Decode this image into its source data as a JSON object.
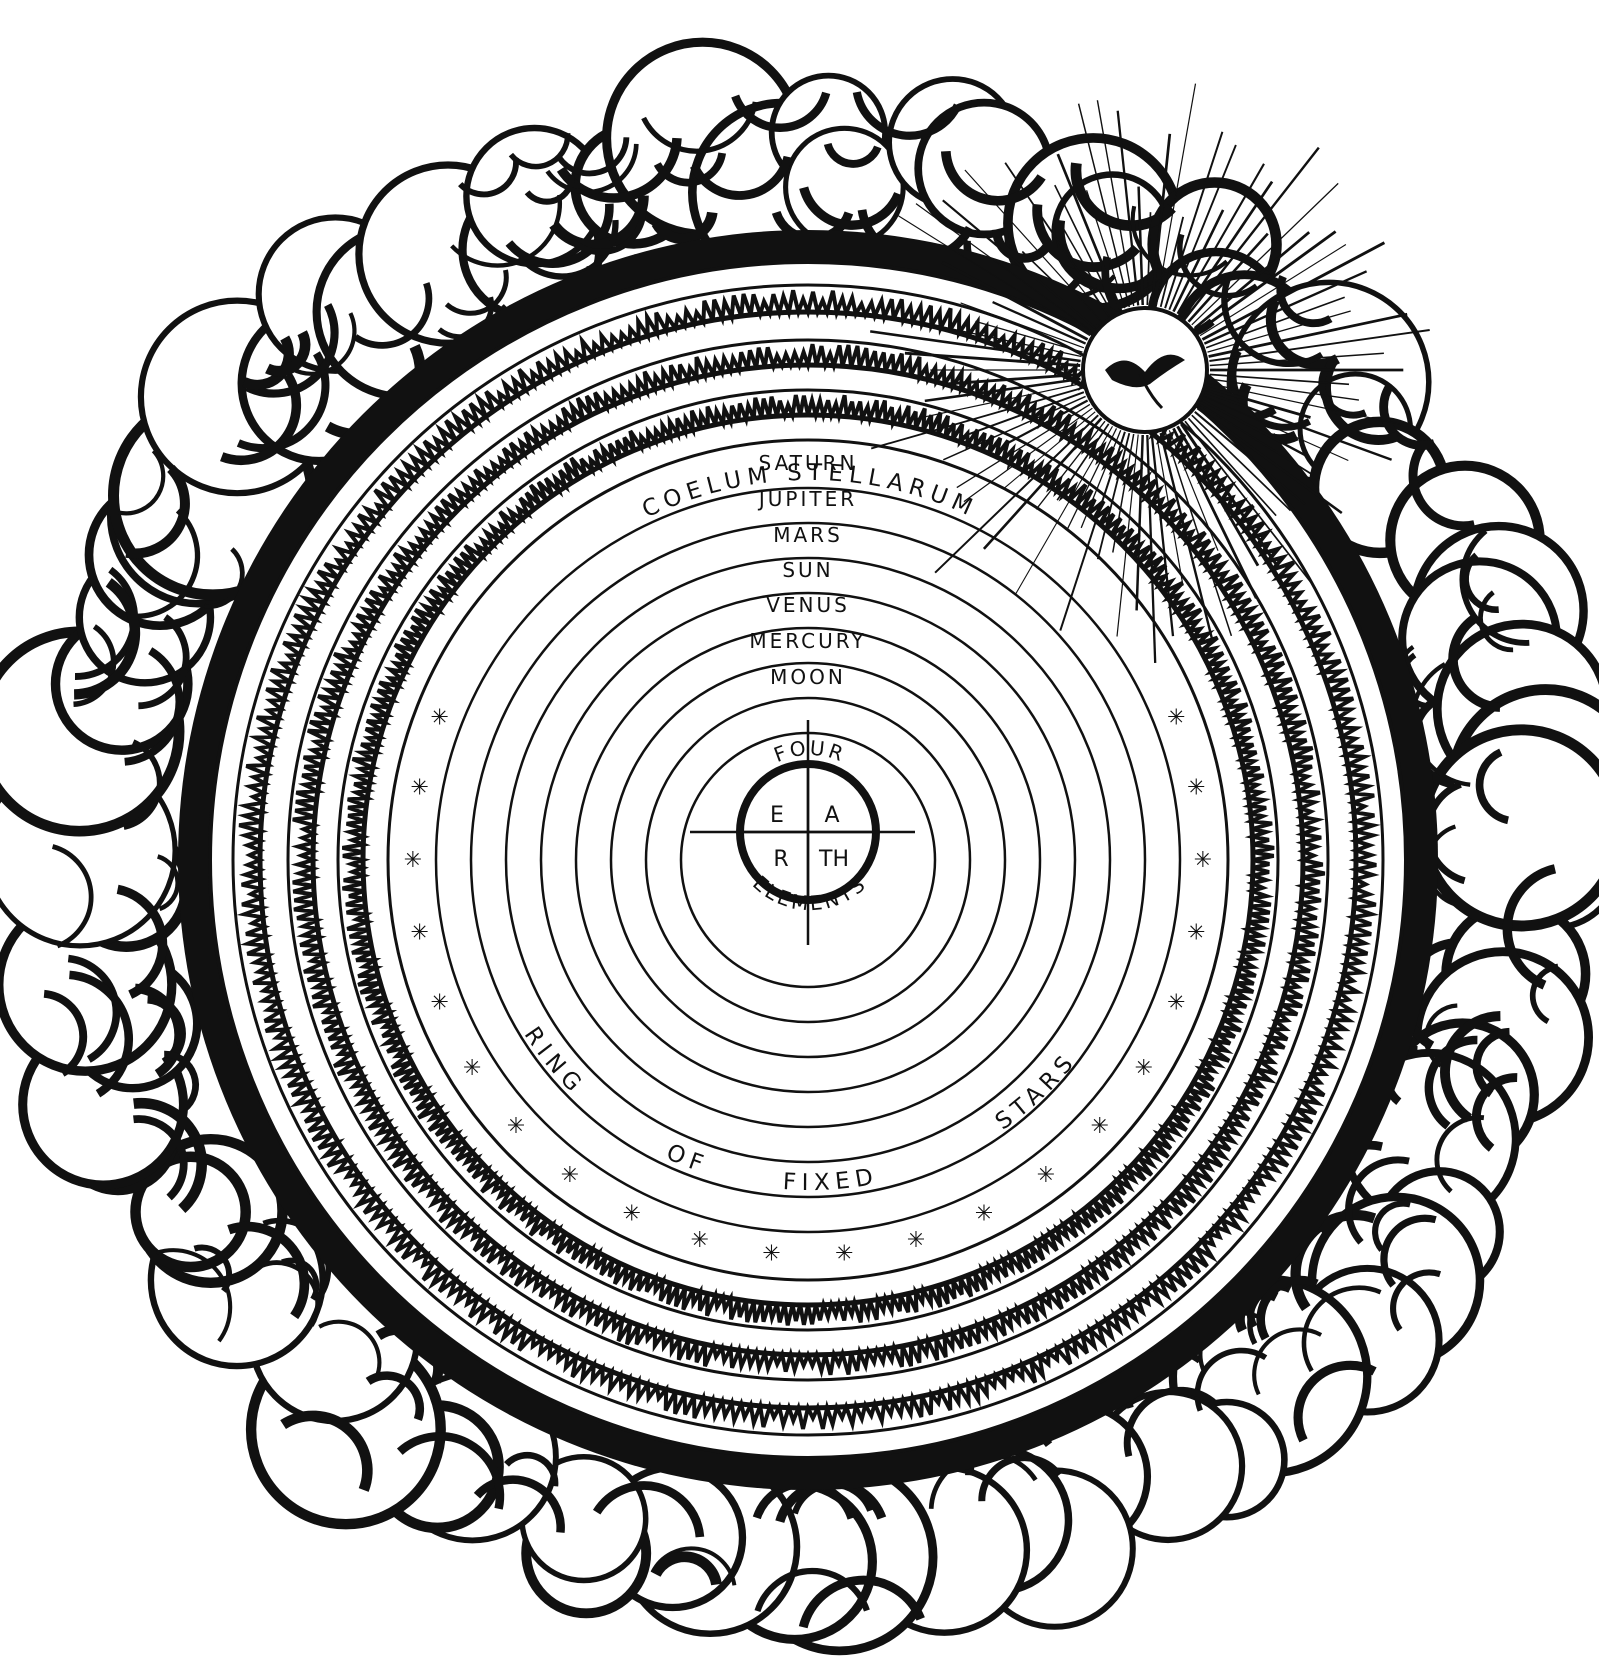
{
  "diagram": {
    "outer_band": {
      "upper_text": "COELUM STELLARUM",
      "upper_words": [
        "COELUM",
        "STELLARUM"
      ],
      "lower_words": [
        "RING",
        "OF",
        "FIXED",
        "STARS"
      ]
    },
    "planetary_spheres": [
      "SATURN",
      "JUPITER",
      "MARS",
      "SUN",
      "VENUS",
      "MERCURY",
      "MOON"
    ],
    "center": {
      "top_label": "FOUR",
      "bottom_label": "ELEMENTS",
      "quadrants": [
        "E",
        "A",
        "R",
        "TH"
      ]
    },
    "colors": {
      "ink": "#111111",
      "paper": "#ffffff"
    },
    "icons": [
      "cloud-mass",
      "dove-medallion",
      "star-marks"
    ]
  }
}
